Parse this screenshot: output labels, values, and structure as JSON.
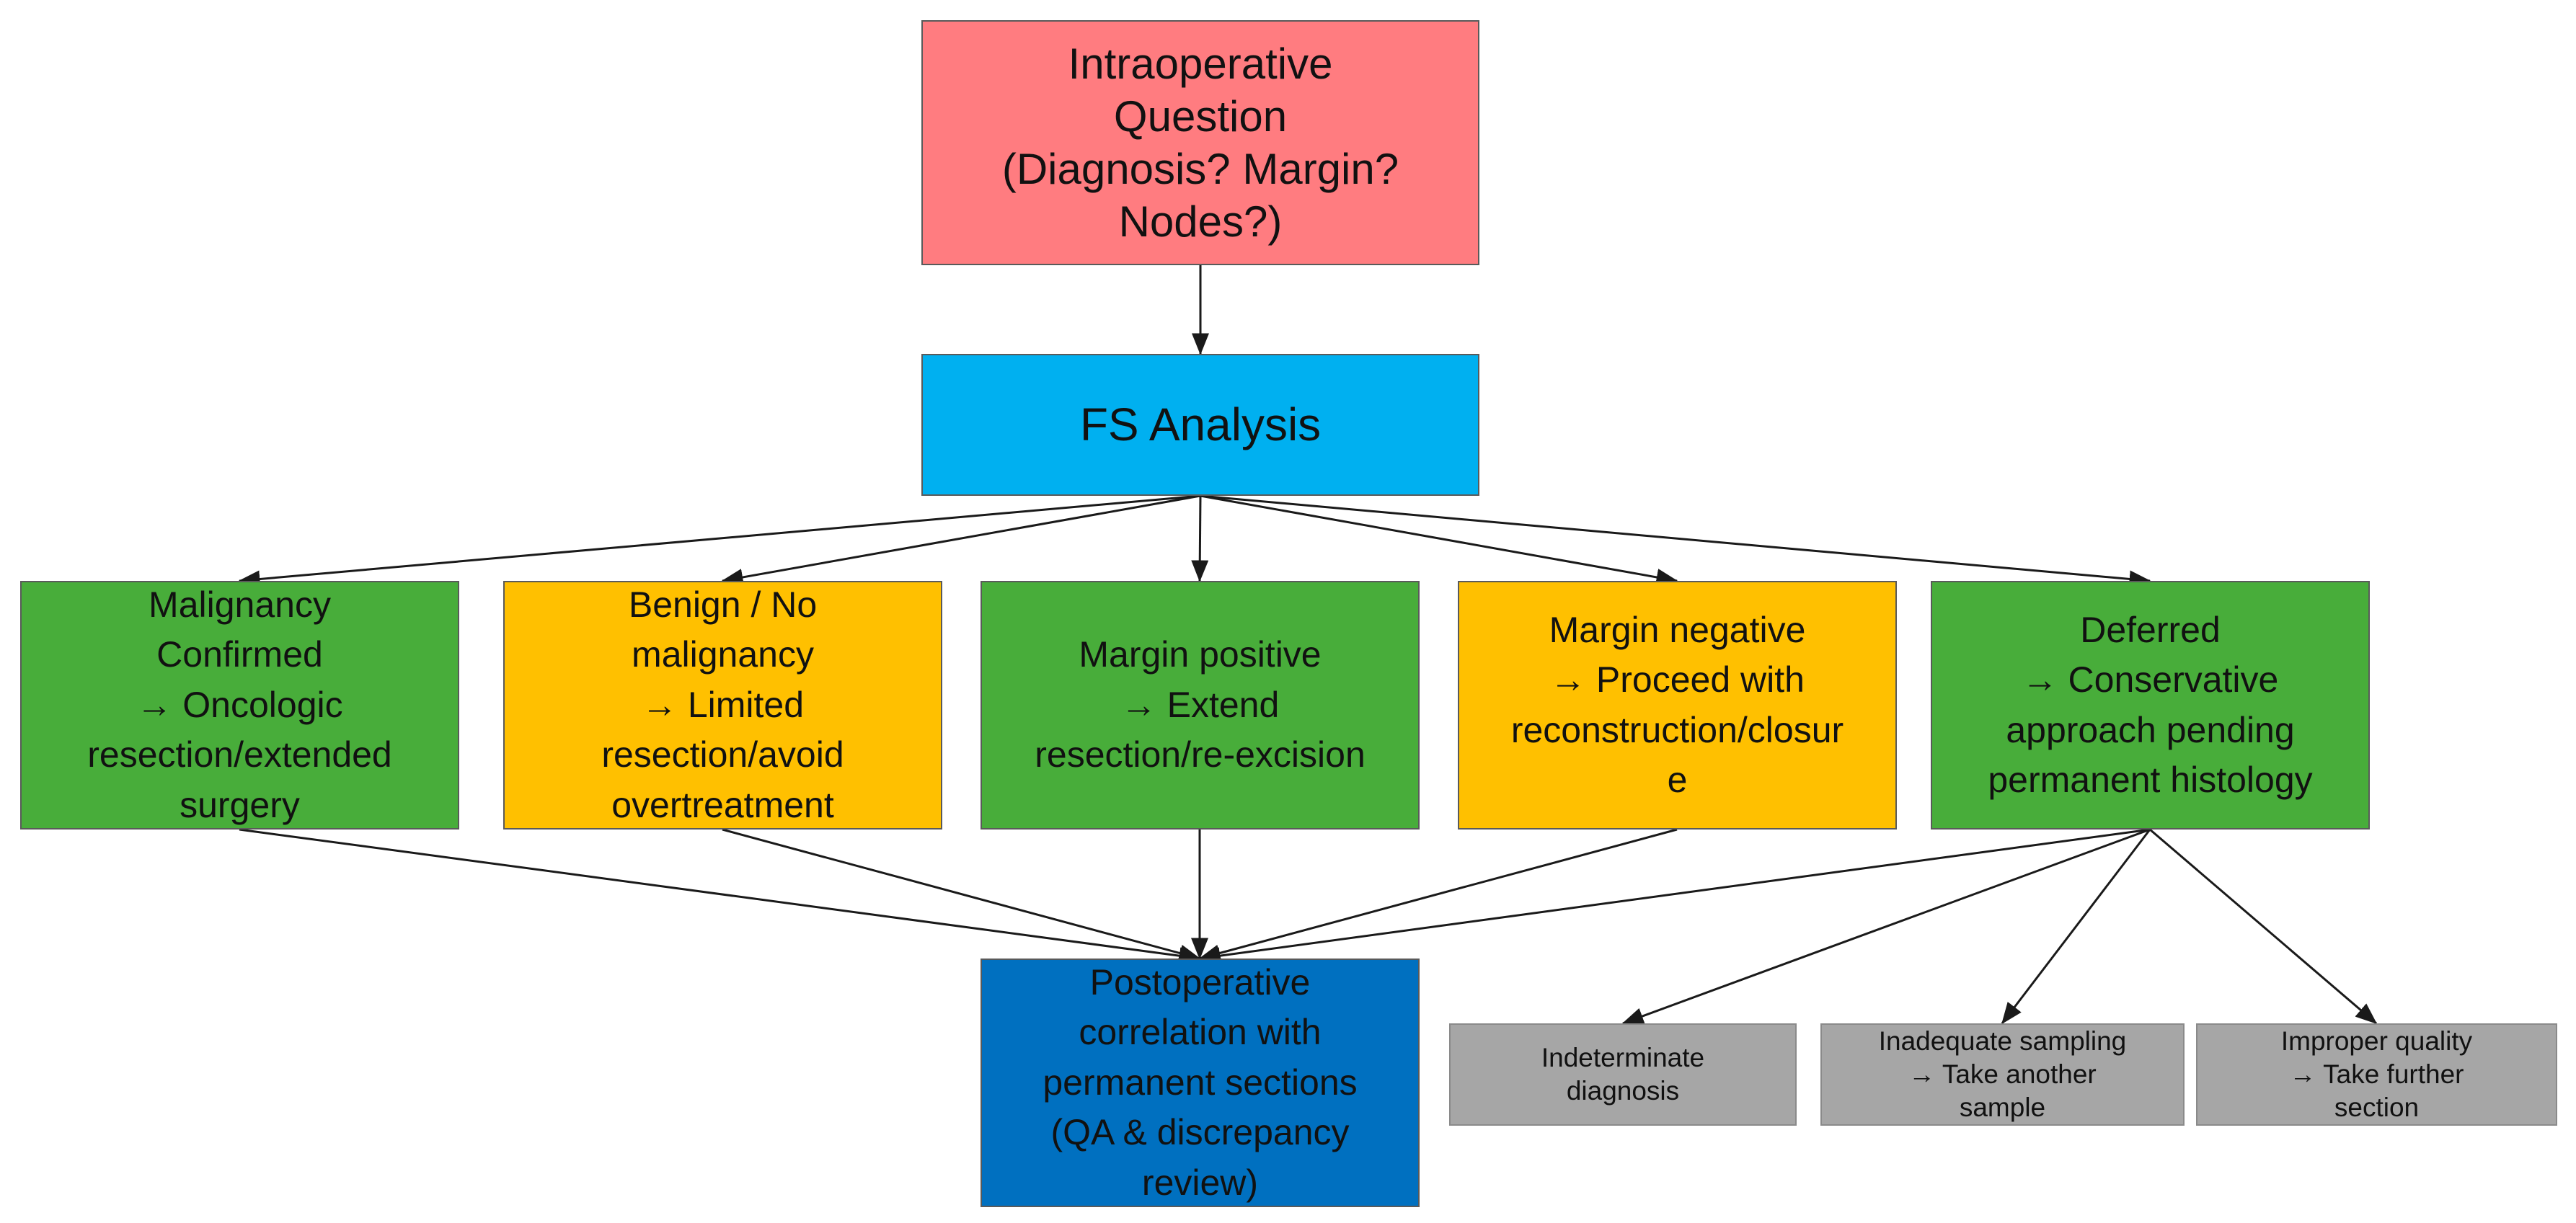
{
  "colors": {
    "question": "#ff7c80",
    "fs_analysis": "#00b0f0",
    "green": "#48ad3a",
    "yellow": "#ffc000",
    "postoperative": "#0070c0",
    "gray": "#a6a6a6",
    "edge": "#1a1a1a"
  },
  "nodes": {
    "question": {
      "text": "Intraoperative\nQuestion\n(Diagnosis? Margin?\nNodes?)"
    },
    "fs_analysis": {
      "text": "FS Analysis"
    },
    "malignancy": {
      "text": "Malignancy\nConfirmed\n→ Oncologic\nresection/extended\nsurgery"
    },
    "benign": {
      "text": "Benign / No\nmalignancy\n→ Limited\nresection/avoid\novertreatment"
    },
    "margin_positive": {
      "text": "Margin positive\n→ Extend\nresection/re-excision"
    },
    "margin_negative": {
      "text": "Margin negative\n→ Proceed with\nreconstruction/closur\ne"
    },
    "deferred": {
      "text": "Deferred\n→ Conservative\napproach pending\npermanent histology"
    },
    "postoperative": {
      "text": "Postoperative\ncorrelation with\npermanent sections\n(QA & discrepancy\nreview)"
    },
    "indeterminate": {
      "text": "Indeterminate\ndiagnosis"
    },
    "inadequate": {
      "text": "Inadequate  sampling\n→ Take another\nsample"
    },
    "improper": {
      "text": "Improper quality\n→ Take further\nsection"
    }
  },
  "edges": [
    {
      "from": "question",
      "to": "fs_analysis"
    },
    {
      "from": "fs_analysis",
      "to": "malignancy"
    },
    {
      "from": "fs_analysis",
      "to": "benign"
    },
    {
      "from": "fs_analysis",
      "to": "margin_positive"
    },
    {
      "from": "fs_analysis",
      "to": "margin_negative"
    },
    {
      "from": "fs_analysis",
      "to": "deferred"
    },
    {
      "from": "malignancy",
      "to": "postoperative"
    },
    {
      "from": "benign",
      "to": "postoperative"
    },
    {
      "from": "margin_positive",
      "to": "postoperative"
    },
    {
      "from": "margin_negative",
      "to": "postoperative"
    },
    {
      "from": "deferred",
      "to": "postoperative"
    },
    {
      "from": "deferred",
      "to": "indeterminate"
    },
    {
      "from": "deferred",
      "to": "inadequate"
    },
    {
      "from": "deferred",
      "to": "improper"
    }
  ]
}
